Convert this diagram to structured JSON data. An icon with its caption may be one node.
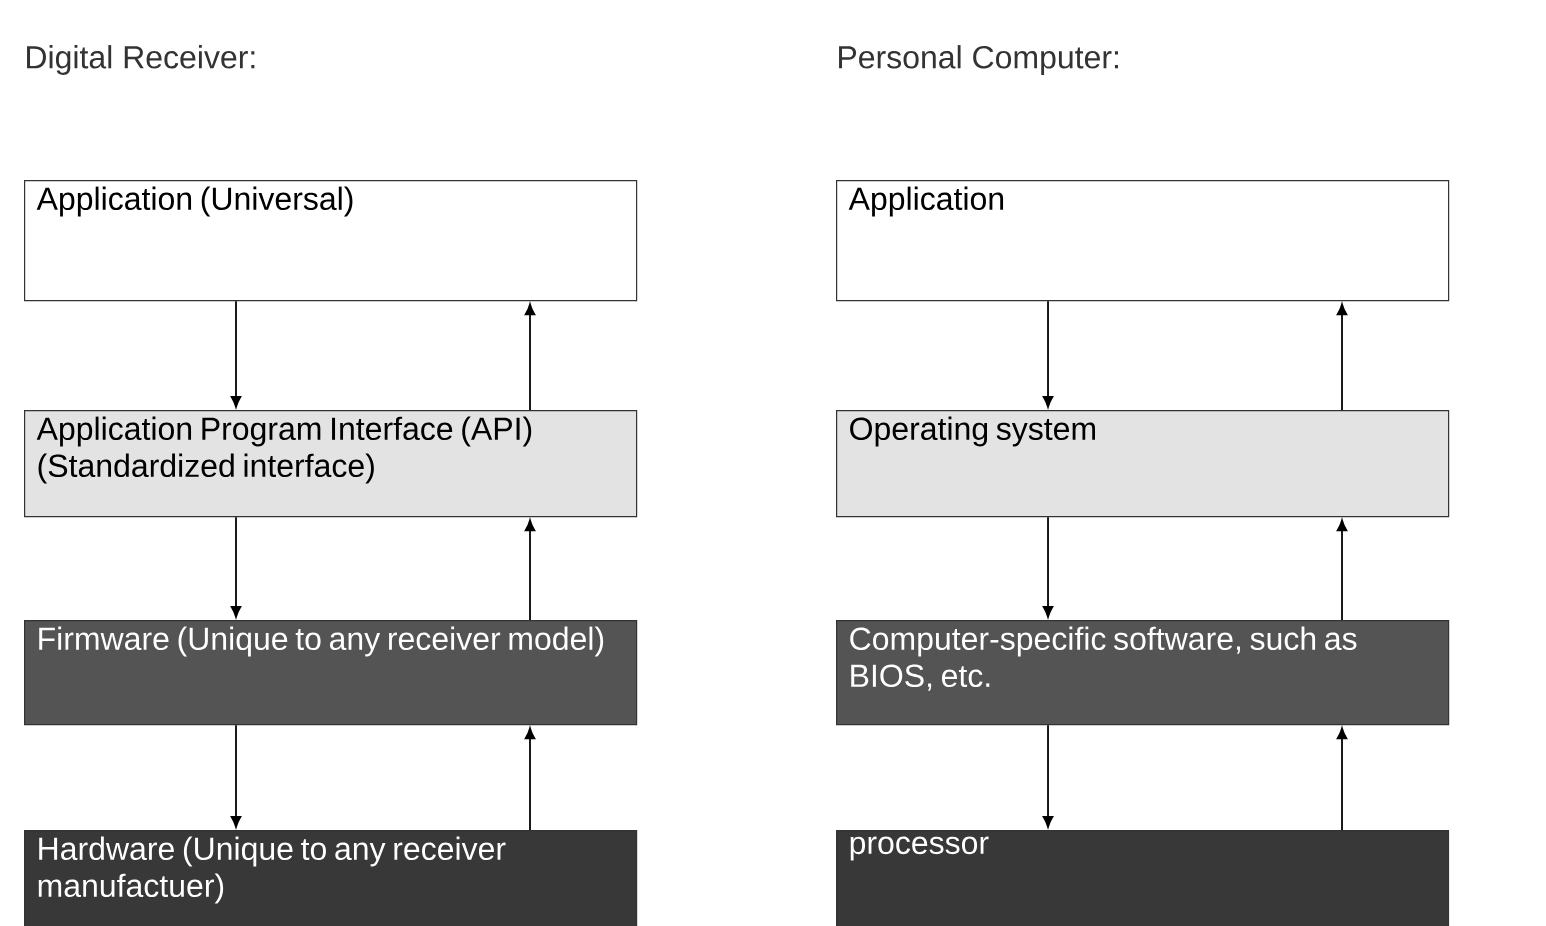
{
  "diagram": {
    "nodes": [
      {
        "text": [
          "Application (Universal)"
        ]
      },
      {
        "text": [
          "Application Program Interface (API) (Standardized interface)"
        ]
      },
      {
        "text": [
          "Firmware (Unique to any receiver model)"
        ]
      },
      {
        "text": [
          "Hardware (Unique to any receiver manufactuer)"
        ]
      },
      {
        "text": [
          "Application"
        ]
      },
      {
        "text": [
          "Operating system"
        ]
      },
      {
        "text": [
          "Computer-specific software, such as BIOS, etc."
        ]
      },
      {
        "text": [
          "processor"
        ]
      }
    ],
    "edges": [
      {
        "from": 0,
        "to": 1,
        "arrow": "to"
      },
      {
        "from": 1,
        "to": 0,
        "arrow": "to"
      },
      {
        "from": 1,
        "to": 2,
        "arrow": "to"
      },
      {
        "from": 2,
        "to": 1,
        "arrow": "to"
      },
      {
        "from": 2,
        "to": 3,
        "arrow": "to"
      },
      {
        "from": 3,
        "to": 2,
        "arrow": "to"
      },
      {
        "from": 4,
        "to": 5,
        "arrow": "to"
      },
      {
        "from": 5,
        "to": 4,
        "arrow": "to"
      },
      {
        "from": 5,
        "to": 6,
        "arrow": "to"
      },
      {
        "from": 6,
        "to": 5,
        "arrow": "to"
      },
      {
        "from": 6,
        "to": 7,
        "arrow": "to"
      },
      {
        "from": 7,
        "to": 6,
        "arrow": "to"
      }
    ],
    "labels": [
      "Digital Receiver:",
      "Personal Computer:"
    ]
  }
}
